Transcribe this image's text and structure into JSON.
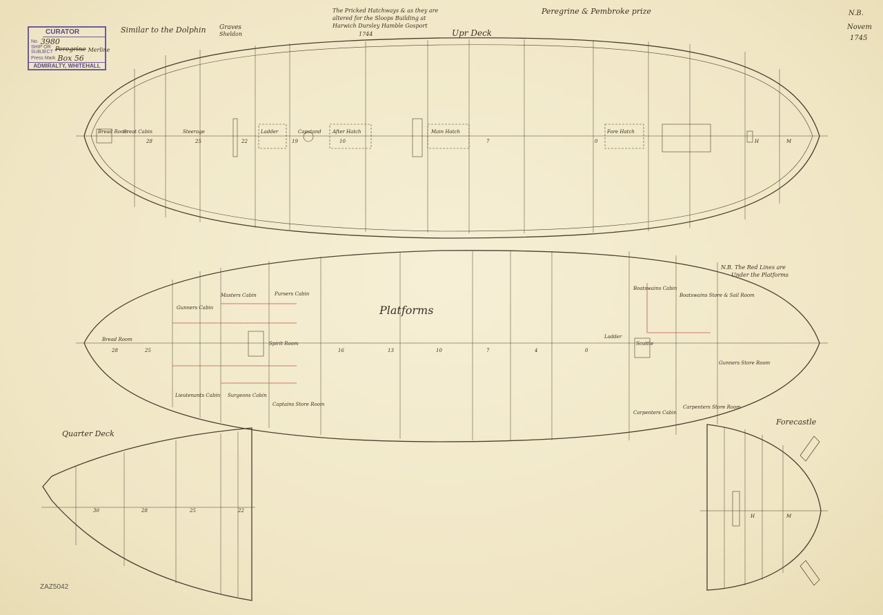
{
  "stamp": {
    "header": "CURATOR",
    "number_label": "No.",
    "number": "3980",
    "ship_label": "SHIP OR SUBJECT",
    "ship_name_struck": "Peregrine",
    "ship_name": "Merline",
    "press_label": "Press Mark",
    "press_mark": "Box 56",
    "footer": "ADMIRALTY, WHITEHALL"
  },
  "annotations": {
    "similar": "Similar to the Dolphin",
    "graves": "Graves",
    "sheldon": "Sheldon",
    "note_line1": "The Pricked Hatchways & as they are",
    "note_line2": "altered for the Sloops Building at",
    "note_line3": "Harwich Dursley Hamble Gosport",
    "note_year": "1744",
    "title": "Peregrine & Pembroke prize",
    "corner_line1": "N.B.",
    "corner_line2": "Novem",
    "corner_line3": "1745",
    "red_note_line1": "N.B. The Red Lines are",
    "red_note_line2": "Under the Platforms",
    "catalog_ref": "ZAZ5042"
  },
  "upper_deck": {
    "title": "Upr Deck",
    "labels": [
      "Bread Room",
      "Great Cabin",
      "Steerage",
      "Ladder",
      "Capstand",
      "After Hatch",
      "Main Hatch",
      "Fore Hatch"
    ],
    "stations": [
      "28",
      "25",
      "22",
      "19",
      "10",
      "7",
      "0",
      "H",
      "M"
    ]
  },
  "platforms": {
    "title": "Platforms",
    "labels": [
      "Bread Room",
      "Gunners Cabin",
      "Masters Cabin",
      "Pursers Cabin",
      "Spirit Room",
      "Lieutenants Cabin",
      "Surgeons Cabin",
      "Captains Store Room",
      "Boatswains Cabin",
      "Boatswains Store & Sail Room",
      "Ladder",
      "Scuttle",
      "Carpenters Cabin",
      "Carpenters Store Room",
      "Gunners Store Room"
    ],
    "stations": [
      "28",
      "25",
      "16",
      "13",
      "10",
      "7",
      "4",
      "0"
    ]
  },
  "quarter_deck": {
    "title": "Quarter Deck",
    "stations": [
      "30",
      "28",
      "25",
      "22"
    ]
  },
  "forecastle": {
    "title": "Forecastle",
    "stations": [
      "H",
      "M"
    ]
  }
}
